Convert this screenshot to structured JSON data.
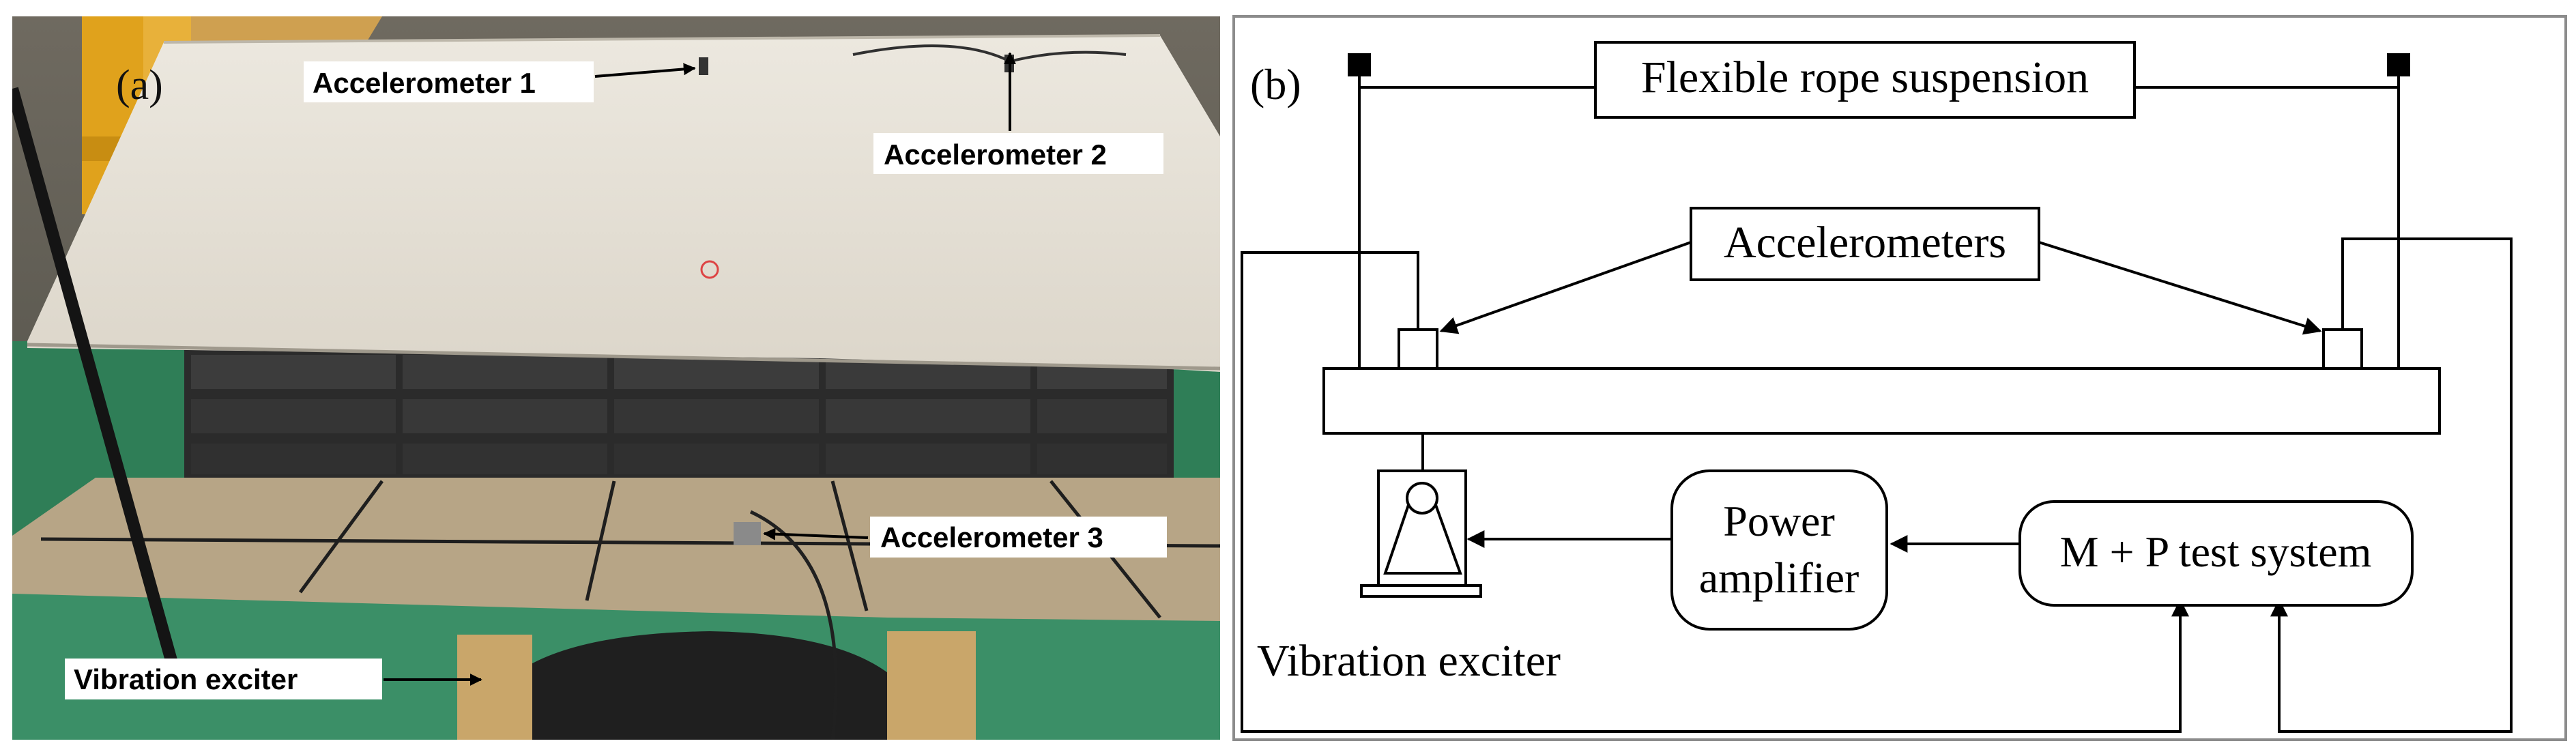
{
  "panel_a": {
    "label": "(a)",
    "annotations": [
      {
        "key": "acc1",
        "text": "Accelerometer 1"
      },
      {
        "key": "acc2",
        "text": "Accelerometer 2"
      },
      {
        "key": "acc3",
        "text": "Accelerometer 3"
      },
      {
        "key": "exciter",
        "text": "Vibration exciter"
      }
    ]
  },
  "panel_b": {
    "label": "(b)",
    "nodes": {
      "suspension": "Flexible rope suspension",
      "accelerometers": "Accelerometers",
      "amplifier": [
        "Power",
        "amplifier"
      ],
      "test_system": "M + P test system",
      "exciter": "Vibration exciter"
    },
    "edges": [
      {
        "from": "accelerometers",
        "to": "left sensor"
      },
      {
        "from": "accelerometers",
        "to": "right sensor"
      },
      {
        "from": "test_system",
        "to": "amplifier"
      },
      {
        "from": "amplifier",
        "to": "exciter"
      },
      {
        "from": "left sensor",
        "to": "test_system"
      },
      {
        "from": "right sensor",
        "to": "test_system"
      }
    ]
  },
  "colors": {
    "line": "#000000",
    "border": "#8c8c8c",
    "plate": "#e6e1d6",
    "floor_green": "#2f7e57",
    "mat": "#b7a586",
    "yellow_crane": "#e0a21c"
  }
}
